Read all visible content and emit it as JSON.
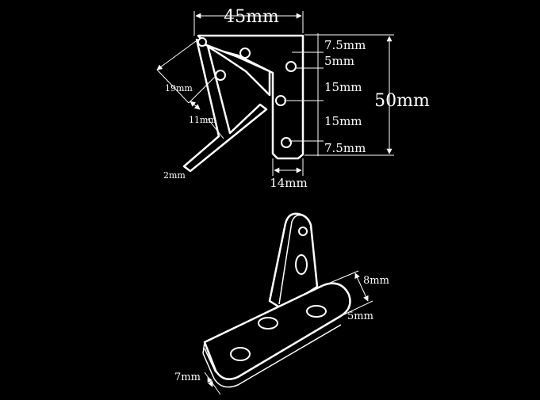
{
  "top_view": {
    "width_label": "45mm",
    "height_label": "50mm",
    "hole_spacing": [
      "7.5mm",
      "5mm",
      "15mm",
      "15mm",
      "7.5mm"
    ],
    "bottom_width_label": "14mm",
    "arm_labels": {
      "arm_offset": "19mm",
      "arm_width": "11mm",
      "arm_thickness": "2mm"
    }
  },
  "iso_view": {
    "width_label": "8mm",
    "hole_label": "5mm",
    "edge_label": "7mm"
  }
}
